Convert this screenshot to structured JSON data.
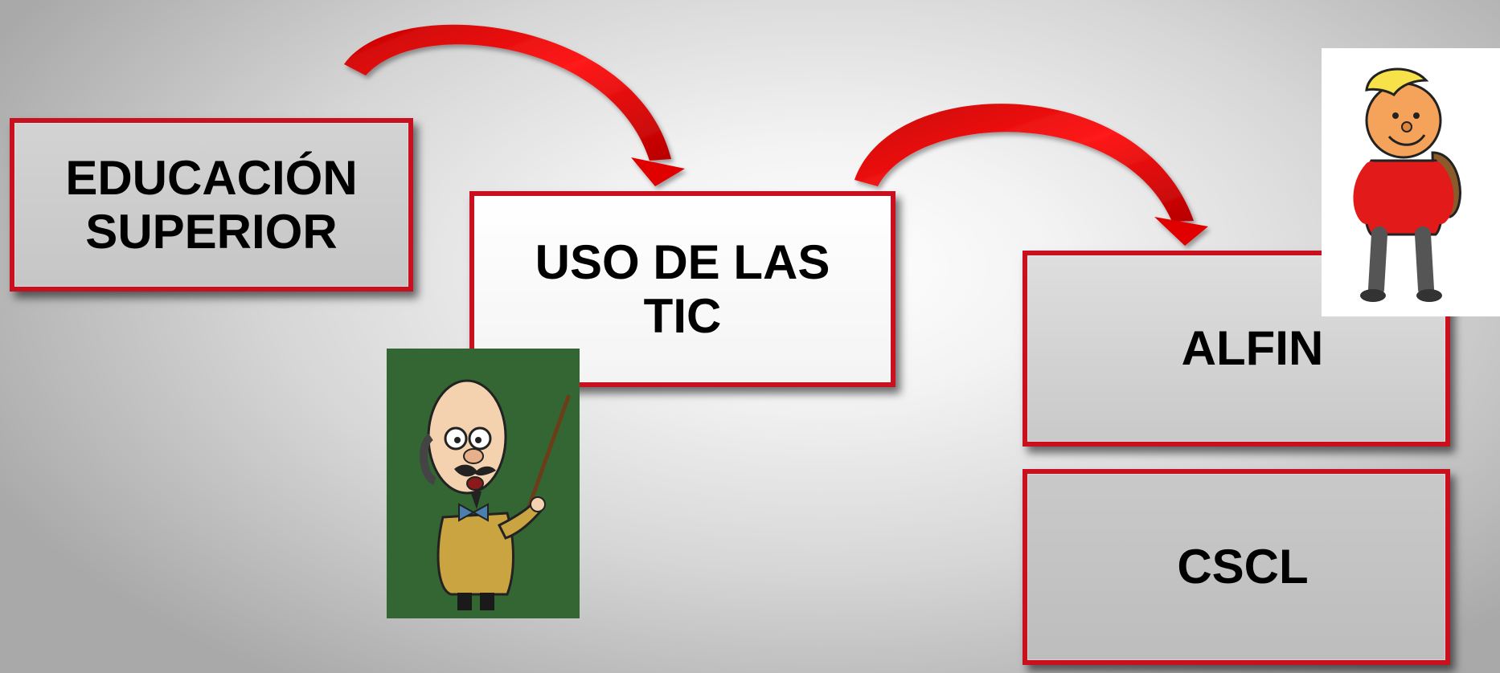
{
  "diagram": {
    "nodes": [
      {
        "id": "edu",
        "lines": [
          "EDUCACIÓN",
          "SUPERIOR"
        ]
      },
      {
        "id": "tic",
        "lines": [
          "USO DE LAS",
          "TIC"
        ]
      },
      {
        "id": "alfin",
        "lines": [
          "ALFIN"
        ]
      },
      {
        "id": "cscl",
        "lines": [
          "CSCL"
        ]
      }
    ],
    "edges": [
      {
        "from": "edu",
        "to": "tic"
      },
      {
        "from": "tic",
        "to": "alfin"
      }
    ],
    "colors": {
      "border": "#c8101e",
      "arrow": "#e00000",
      "professor_background": "#336633"
    },
    "images": [
      {
        "id": "professor",
        "depicts": "cartoon professor with pointer"
      },
      {
        "id": "student",
        "depicts": "cartoon student with backpack"
      }
    ]
  }
}
